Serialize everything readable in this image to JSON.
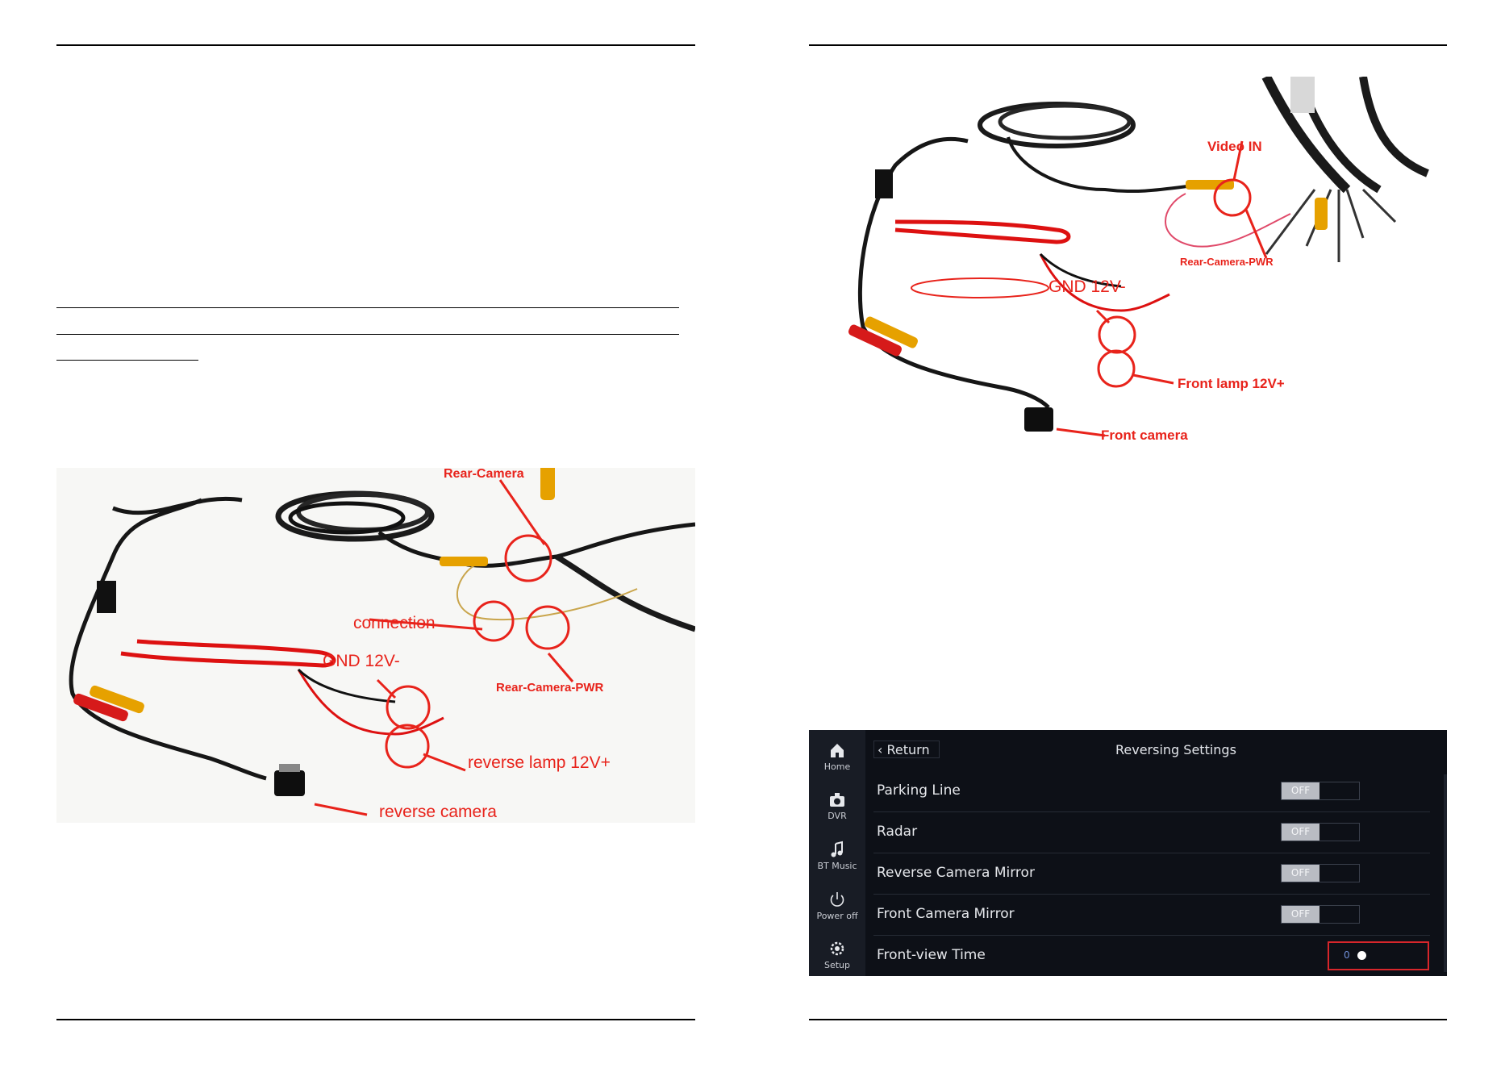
{
  "left_page": {
    "photo_labels": {
      "rear_camera": "Rear-Camera",
      "connection": "connection",
      "gnd": "GND 12V-",
      "rear_camera_pwr": "Rear-Camera-PWR",
      "reverse_lamp": "reverse lamp 12V+",
      "reverse_camera": "reverse camera"
    }
  },
  "right_page": {
    "photo_labels": {
      "video_in": "Video IN",
      "rear_camera_pwr": "Rear-Camera-PWR",
      "gnd": "GND 12V-",
      "front_lamp": "Front lamp 12V+",
      "front_camera": "Front camera"
    },
    "head_unit": {
      "sidebar": [
        {
          "label": "Home",
          "icon": "home-icon"
        },
        {
          "label": "DVR",
          "icon": "dvr-camera-icon"
        },
        {
          "label": "BT Music",
          "icon": "bt-music-icon"
        },
        {
          "label": "Power off",
          "icon": "power-icon"
        },
        {
          "label": "Setup",
          "icon": "setup-gear-icon"
        }
      ],
      "return_label": "Return",
      "title": "Reversing Settings",
      "settings": [
        {
          "label": "Parking Line",
          "state": "OFF"
        },
        {
          "label": "Radar",
          "state": "OFF"
        },
        {
          "label": "Reverse Camera Mirror",
          "state": "OFF"
        },
        {
          "label": "Front Camera Mirror",
          "state": "OFF"
        }
      ],
      "front_view_time": {
        "label": "Front-view Time",
        "value": "0"
      }
    }
  }
}
